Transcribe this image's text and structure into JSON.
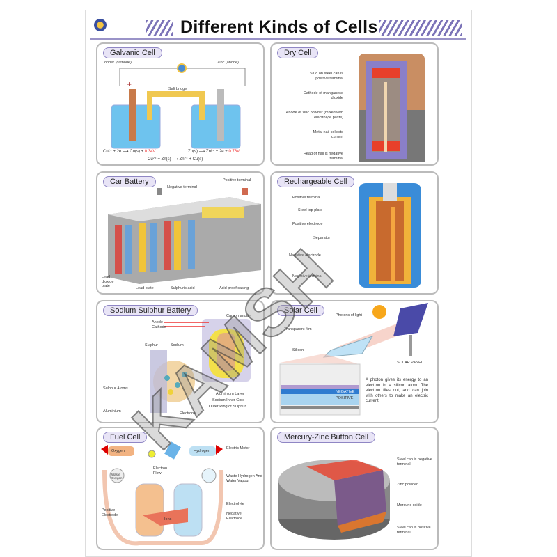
{
  "title": "Different Kinds of Cells",
  "watermark": "KAMSH",
  "panels": {
    "galvanic": {
      "title": "Galvanic Cell",
      "labels": [
        "Copper (cathode)",
        "Zinc (anode)",
        "Salt bridge"
      ],
      "eq1": "Cu²⁺ + 2e ⟶ Cu(s) +",
      "v1": "0.34V",
      "eq2": "Zn(s) ⟶ Zn²⁺ + 2e +",
      "v2": "0.76V",
      "eq3": "Cu²⁺ + Zn(s) ⟶ Zn²⁺ + Cu(s)"
    },
    "dry": {
      "title": "Dry Cell",
      "labels": [
        "Stud on steel can is positive terminal",
        "Cathode of manganese dioxide",
        "Anode of zinc powder (mixed with electrolyte paste)",
        "Metal nail collects current",
        "Head of nail is negative terminal"
      ]
    },
    "car": {
      "title": "Car Battery",
      "labels": [
        "Negative terminal",
        "Positive terminal",
        "Lead dioxide plate",
        "Lead plate",
        "Sulphuric acid",
        "Acid proof casing"
      ]
    },
    "rechargeable": {
      "title": "Rechargeable Cell",
      "labels": [
        "Positive terminal",
        "Steel top plate",
        "Positive electrode",
        "Separator",
        "Negative electrode",
        "Negative terminal"
      ]
    },
    "sodium": {
      "title": "Sodium Sulphur Battery",
      "labels": [
        "Carbon anode",
        "Anode",
        "Cathode",
        "Sulphur",
        "Sodium",
        "Sulphur Atoms",
        "Aluminium",
        "Electrons",
        "Aluminium Layer",
        "Sodium Inner Core",
        "Outer Ring of Sulphur"
      ]
    },
    "solar": {
      "title": "Solar Cell",
      "labels": [
        "Photons of light",
        "Transparent film",
        "Silicon",
        "SOLAR PANEL",
        "NEGATIVE",
        "POSITIVE"
      ],
      "text": "A photon gives its energy to an electron in a silicon atom. The electron flies out, and can join with others to make an electric current."
    },
    "fuel": {
      "title": "Fuel Cell",
      "labels": [
        "Oxygen",
        "Hydrogen",
        "Electric Motor",
        "Electron Flow",
        "Waste Oxygen",
        "Waste Hydrogen And Water Vapour",
        "Electrolyte",
        "Positive Electrode",
        "Negative Electrode",
        "Ions"
      ]
    },
    "mercury": {
      "title": "Mercury-Zinc Button Cell",
      "labels": [
        "Steel cap is negative terminal",
        "Zinc powder",
        "Mercuric oxide",
        "Steel can is positive terminal"
      ]
    }
  },
  "colors": {
    "accent": "#7c74b8",
    "water": "#6ec3ee",
    "copper": "#c87a4a",
    "red": "#e33"
  }
}
